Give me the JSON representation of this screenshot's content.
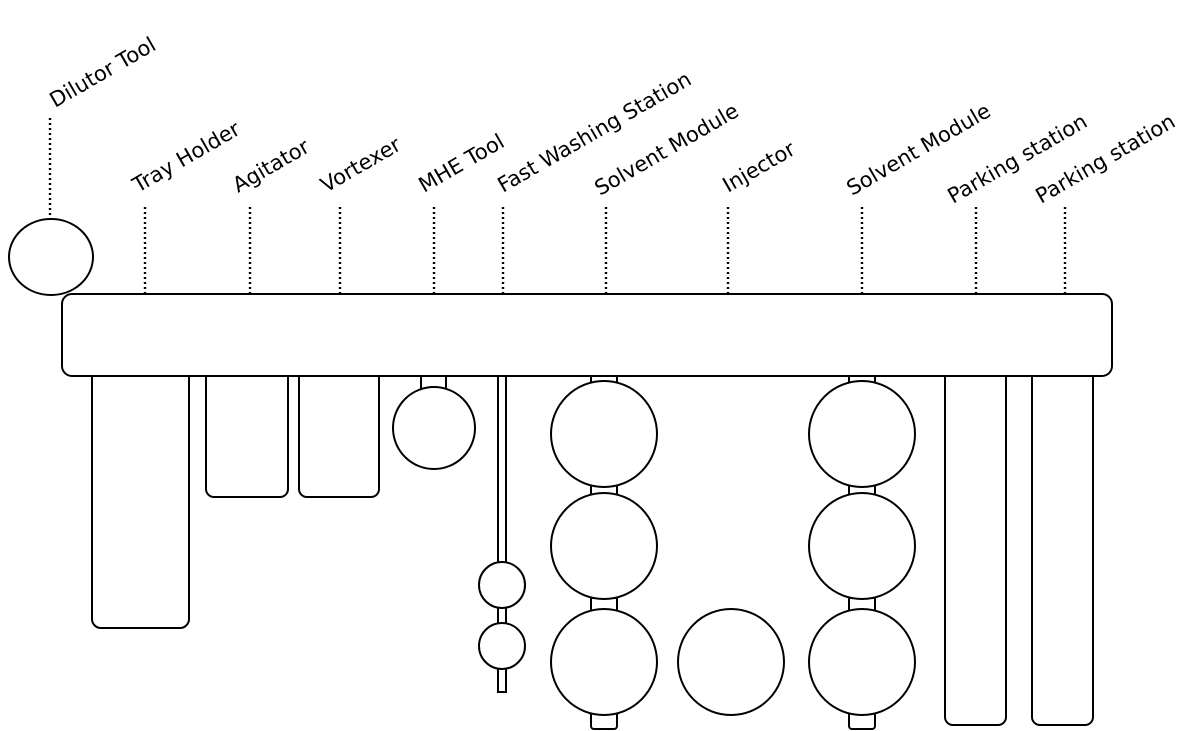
{
  "diagram": {
    "colors": {
      "stroke": "#000000",
      "fill": "#ffffff",
      "background": "#ffffff"
    },
    "labels": {
      "dilutor_tool": "Dilutor Tool",
      "tray_holder": "Tray Holder",
      "agitator": "Agitator",
      "vortexer": "Vortexer",
      "mhe_tool": "MHE Tool",
      "fast_washing_station": "Fast Washing Station",
      "solvent_module_1": "Solvent Module",
      "injector": "Injector",
      "solvent_module_2": "Solvent Module",
      "parking_station_1": "Parking station",
      "parking_station_2": "Parking station"
    }
  }
}
